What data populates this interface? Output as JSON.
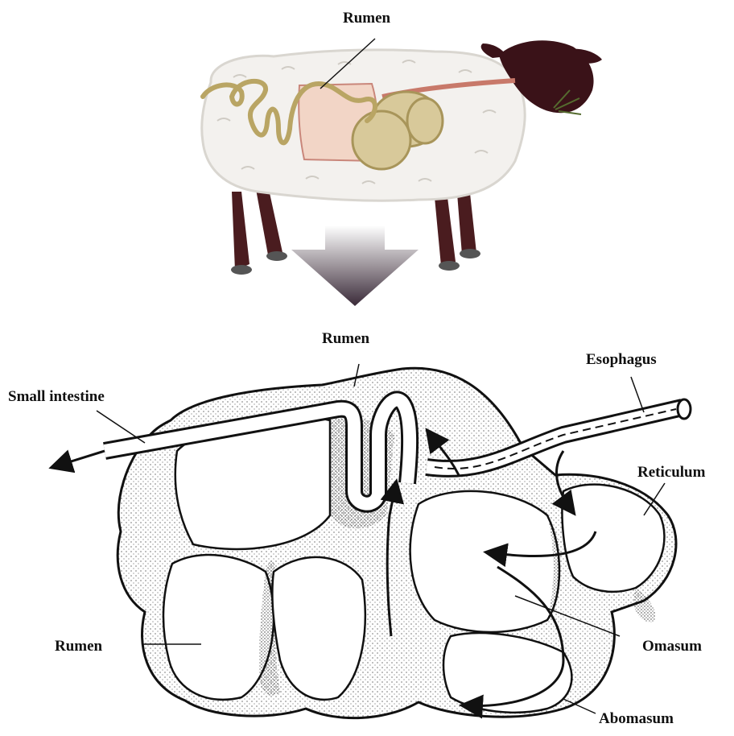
{
  "labels": {
    "rumen_top": "Rumen",
    "rumen_mid": "Rumen",
    "esophagus": "Esophagus",
    "small_intestine": "Small intestine",
    "reticulum": "Reticulum",
    "rumen_bottom": "Rumen",
    "omasum": "Omasum",
    "abomasum": "Abomasum"
  },
  "colors": {
    "wool": "#f3f1ee",
    "wool_shade": "#d9d6d0",
    "head": "#3a1218",
    "legs": "#4a1c1f",
    "intestine": "#b9a564",
    "rumen_fill": "#f2d5c6",
    "rumen_stroke": "#c9867a",
    "stomach_fill": "#d8c99a",
    "esophagus_sheep": "#c8796a",
    "arrow_dark": "#3a2a38",
    "arrow_light": "#ffffff",
    "line": "#111111"
  }
}
